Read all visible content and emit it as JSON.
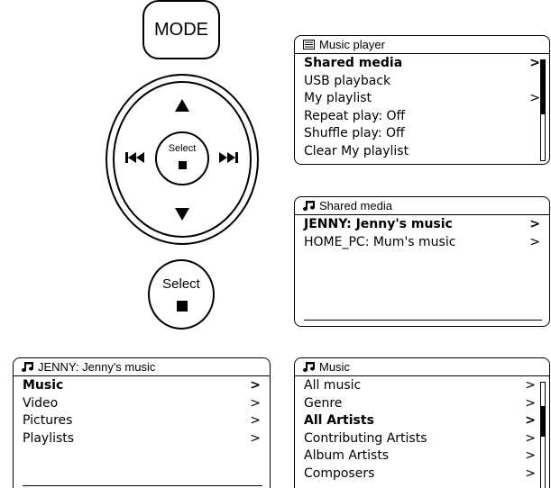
{
  "device": {
    "mode_label": "MODE",
    "center_select_label": "Select",
    "select_label": "Select"
  },
  "music_player": {
    "title": "Music player",
    "items": [
      {
        "label": "Shared media",
        "arrow": ">"
      },
      {
        "label": "USB playback",
        "arrow": ""
      },
      {
        "label": "My playlist",
        "arrow": ">"
      },
      {
        "label": "Repeat play: Off",
        "arrow": ""
      },
      {
        "label": "Shuffle play: Off",
        "arrow": ""
      },
      {
        "label": "Clear My playlist",
        "arrow": ""
      }
    ]
  },
  "shared_media": {
    "title": "Shared media",
    "items": [
      {
        "label": "JENNY: Jenny's music",
        "arrow": ">"
      },
      {
        "label": "HOME_PC: Mum's music",
        "arrow": ">"
      }
    ]
  },
  "jenny_music": {
    "title": "JENNY: Jenny's music",
    "items": [
      {
        "label": "Music",
        "arrow": ">"
      },
      {
        "label": "Video",
        "arrow": ">"
      },
      {
        "label": "Pictures",
        "arrow": ">"
      },
      {
        "label": "Playlists",
        "arrow": ">"
      }
    ]
  },
  "music": {
    "title": "Music",
    "items": [
      {
        "label": "All music",
        "arrow": ">"
      },
      {
        "label": "Genre",
        "arrow": ">"
      },
      {
        "label": "All Artists",
        "arrow": ">"
      },
      {
        "label": "Contributing Artists",
        "arrow": ">"
      },
      {
        "label": "Album Artists",
        "arrow": ">"
      },
      {
        "label": "Composers",
        "arrow": ">"
      }
    ]
  }
}
